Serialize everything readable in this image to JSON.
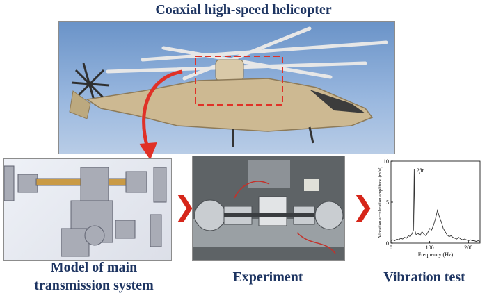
{
  "title": "Coaxial high-speed helicopter",
  "captions": {
    "model_line1": "Model of main",
    "model_line2": "transmission system",
    "experiment": "Experiment",
    "vibration": "Vibration test"
  },
  "icons": {
    "arrow_glyph": "❯",
    "arrow_color": "#d6261a",
    "highlight_color": "#e03127"
  },
  "chart_data": {
    "type": "line",
    "xlabel": "Frequency (Hz)",
    "ylabel": "Vibration acceleration amplitude (m/s²)",
    "xlim": [
      0,
      230
    ],
    "ylim": [
      0,
      10
    ],
    "xticks": [
      0,
      100,
      200
    ],
    "yticks": [
      0,
      5,
      10
    ],
    "annotation": {
      "text": "2fm",
      "x": 60,
      "y": 9.0
    },
    "series": [
      {
        "x": [
          0,
          5,
          10,
          15,
          20,
          25,
          30,
          35,
          40,
          45,
          50,
          55,
          58,
          60,
          62,
          65,
          70,
          75,
          80,
          85,
          90,
          95,
          100,
          105,
          110,
          115,
          120,
          125,
          130,
          135,
          140,
          145,
          150,
          155,
          160,
          165,
          170,
          175,
          180,
          185,
          190,
          195,
          200,
          205,
          210,
          215,
          220,
          225,
          230
        ],
        "values": [
          0.3,
          0.4,
          0.3,
          0.5,
          0.4,
          0.6,
          0.5,
          0.7,
          0.6,
          0.9,
          0.8,
          1.2,
          1.6,
          9.0,
          1.5,
          1.0,
          1.2,
          0.9,
          1.4,
          1.1,
          0.9,
          1.3,
          1.8,
          1.6,
          2.2,
          3.0,
          4.0,
          3.2,
          2.6,
          1.8,
          1.4,
          1.0,
          0.8,
          0.9,
          0.7,
          0.6,
          0.5,
          0.7,
          0.5,
          0.4,
          0.5,
          0.4,
          0.3,
          0.4,
          0.3,
          0.3,
          0.2,
          0.3,
          0.2
        ]
      }
    ]
  }
}
